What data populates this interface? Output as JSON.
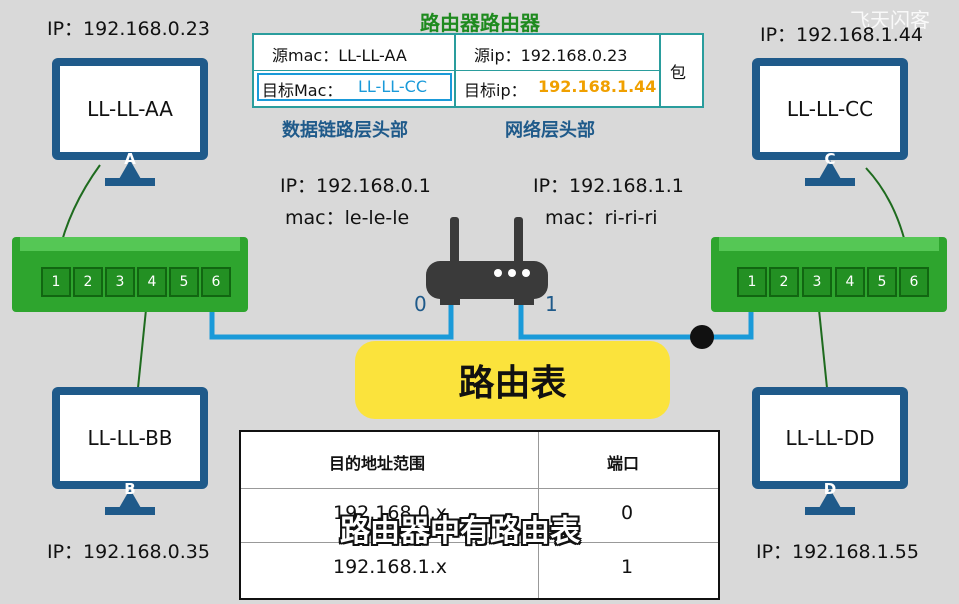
{
  "title": "路由器路由器",
  "watermark": "飞天闪客",
  "colors": {
    "accent_blue": "#1a9ad9",
    "accent_orange": "#f0a000",
    "title_green": "#1e8a1e",
    "monitor": "#1f5a8a",
    "switch": "#2ea52e",
    "route_title_bg": "#fbe33c"
  },
  "packet": {
    "src_mac": "源mac：LL-LL-AA",
    "dst_mac_label": "目标Mac：",
    "dst_mac_value": "LL-LL-CC",
    "src_ip": "源ip：192.168.0.23",
    "dst_ip_label": "目标ip：",
    "dst_ip_value": "192.168.1.44",
    "payload": "包",
    "link_header_label": "数据链路层头部",
    "network_header_label": "网络层头部"
  },
  "hosts": {
    "a": {
      "name": "LL-LL-AA",
      "letter": "A",
      "ip": "IP：192.168.0.23"
    },
    "b": {
      "name": "LL-LL-BB",
      "letter": "B",
      "ip": "IP：192.168.0.35"
    },
    "c": {
      "name": "LL-LL-CC",
      "letter": "C",
      "ip": "IP：192.168.1.44"
    },
    "d": {
      "name": "LL-LL-DD",
      "letter": "D",
      "ip": "IP：192.168.1.55"
    }
  },
  "router": {
    "port0": {
      "ip": "IP：192.168.0.1",
      "mac": "mac：le-le-le",
      "number": "0"
    },
    "port1": {
      "ip": "IP：192.168.1.1",
      "mac": "mac：ri-ri-ri",
      "number": "1"
    }
  },
  "switches": {
    "left": {
      "ports": [
        "1",
        "2",
        "3",
        "4",
        "5",
        "6"
      ]
    },
    "right": {
      "ports": [
        "1",
        "2",
        "3",
        "4",
        "5",
        "6"
      ]
    }
  },
  "route_table": {
    "title": "路由表",
    "headers": [
      "目的地址范围",
      "端口"
    ],
    "rows": [
      [
        "192.168.0.x",
        "0"
      ],
      [
        "192.168.1.x",
        "1"
      ]
    ]
  },
  "subtitle": "路由器中有路由表"
}
